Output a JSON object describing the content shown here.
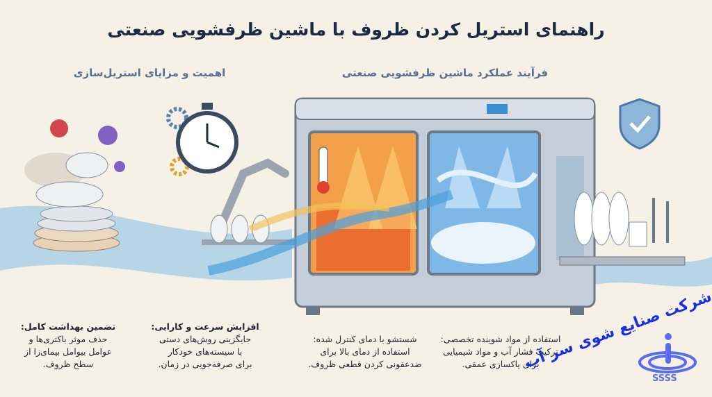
{
  "title": "راهنمای استریل کردن ظروف با ماشین ظرفشویی صنعتی",
  "sections": {
    "process_heading": "فرآیند عملکرد ماشین ظرفشویی صنعتی",
    "benefits_heading": "اهمیت و مزایای استریل‌سازی"
  },
  "points": [
    {
      "heading": "تضمین بهداشت کامل:",
      "lines": [
        "حذف موثر باکتری‌ها و",
        "عوامل بیوامل بیمای‌زا از",
        "سطح ظروف."
      ]
    },
    {
      "heading": "افزایش سرعت و کارایی:",
      "lines": [
        "جایگزینی روش‌های دستی",
        "با سیسته‌های خودکار",
        "برای صرفه‌جویی در زمان."
      ]
    },
    {
      "heading": "شستشو با دمای کنترل شده:",
      "lines": [
        "استفاده از دمای بالا برای",
        "ضدعفونی کردن قطعی ظروف."
      ]
    },
    {
      "heading": "استفاده از مواد شوینده تخصصی:",
      "lines": [
        "ترکیب فشار آب و مواد شیمیایی",
        "برای پاکسازی عمقی."
      ]
    }
  ],
  "logo": {
    "text": "شرکت صنایع شوی سر آب",
    "mark": "SSSS",
    "color": "#1a2fe0"
  },
  "icons": [
    "virus-icon",
    "stopwatch-icon",
    "gear-icon",
    "thermometer-icon",
    "shield-check-icon",
    "dish-rack-icon",
    "robot-arm-icon"
  ],
  "colors": {
    "title": "#1b2942",
    "subheading": "#56708f",
    "water": "#5aa6d8",
    "heat": "#f08a2a",
    "machine": "#b9c4cf"
  }
}
